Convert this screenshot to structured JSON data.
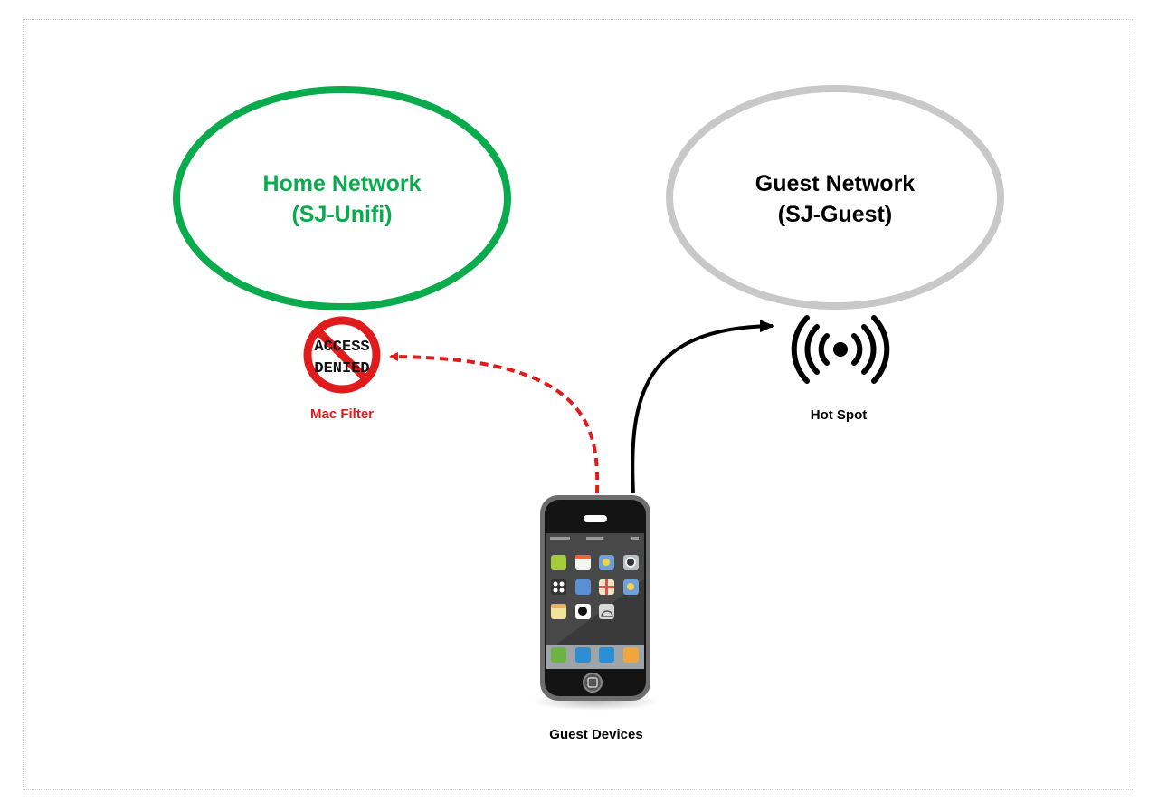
{
  "home_network": {
    "title": "Home Network",
    "ssid": "(SJ-Unifi)",
    "color": "#0aab4c"
  },
  "guest_network": {
    "title": "Guest Network",
    "ssid": "(SJ-Guest)",
    "color": "#c8c8c8"
  },
  "mac_filter": {
    "label": "Mac Filter",
    "sign_line1": "ACCESS",
    "sign_line2": "DENIED",
    "color": "#e01b1b"
  },
  "hot_spot": {
    "label": "Hot Spot",
    "icon": "wifi-hotspot-icon"
  },
  "guest_devices": {
    "label": "Guest Devices",
    "icon": "smartphone-icon"
  }
}
